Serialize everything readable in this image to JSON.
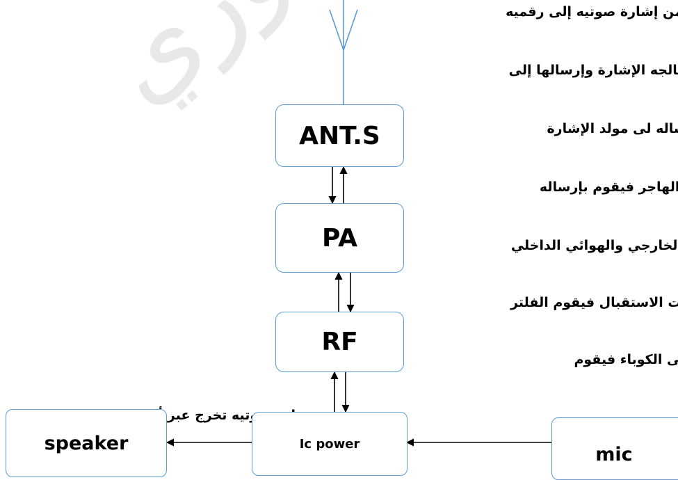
{
  "watermark_text": "عماوري",
  "paragraph_lines": [
    "ل من إشارة صوتيه إلى رقميه",
    "بمعالجه الإشارة وإرسالها إلى",
    "إرساله لى مولد الإشارة",
    "IC الهاجر فيقوم بإرساله",
    "ي الخارجي والهوائي الداخلي",
    "نرات الاستقبال فيقوم الفلتر",
    "ا إلى الكوباء فيقوم",
    "ارة صوتيه تخرج عبر ألسماعه ."
  ],
  "blocks": {
    "ant": "ANT.S",
    "pa": "PA",
    "rf": "RF",
    "ic": "Ic power",
    "speaker": "speaker",
    "mic": "mic"
  },
  "colors": {
    "box_border": "#5b9bd5",
    "antenna": "#5b9bd5",
    "arrows": "#000000",
    "watermark": "#e6e6e6"
  }
}
